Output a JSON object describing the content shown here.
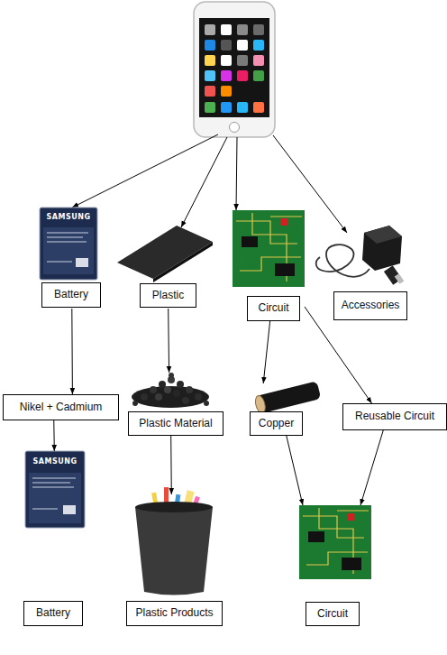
{
  "diagram": {
    "nodes": [
      {
        "text": [
          "Battery"
        ]
      },
      {
        "text": [
          "Plastic"
        ]
      },
      {
        "text": [
          "Circuit"
        ]
      },
      {
        "text": [
          "Accessories"
        ]
      },
      {
        "text": [
          "Nikel + Cadmium"
        ]
      },
      {
        "text": [
          "Plastic Material"
        ]
      },
      {
        "text": [
          "Copper"
        ]
      },
      {
        "text": [
          "Reusable Circuit"
        ]
      },
      {
        "text": [
          "Battery"
        ]
      },
      {
        "text": [
          "Plastic Products"
        ]
      },
      {
        "text": [
          "Circuit"
        ]
      }
    ],
    "edges": [
      {
        "from": 0,
        "to": 4,
        "arrow": "to"
      },
      {
        "from": 1,
        "to": 5,
        "arrow": "to"
      },
      {
        "from": 2,
        "to": 6,
        "arrow": "to"
      },
      {
        "from": 2,
        "to": 7,
        "arrow": "to"
      },
      {
        "from": 4,
        "to": 8,
        "arrow": "to"
      },
      {
        "from": 5,
        "to": 9,
        "arrow": "to"
      },
      {
        "from": 6,
        "to": 10,
        "arrow": "to"
      },
      {
        "from": 7,
        "to": 10,
        "arrow": "to"
      }
    ],
    "labels": [
      "SAMSUNG",
      "SAMSUNG"
    ]
  }
}
